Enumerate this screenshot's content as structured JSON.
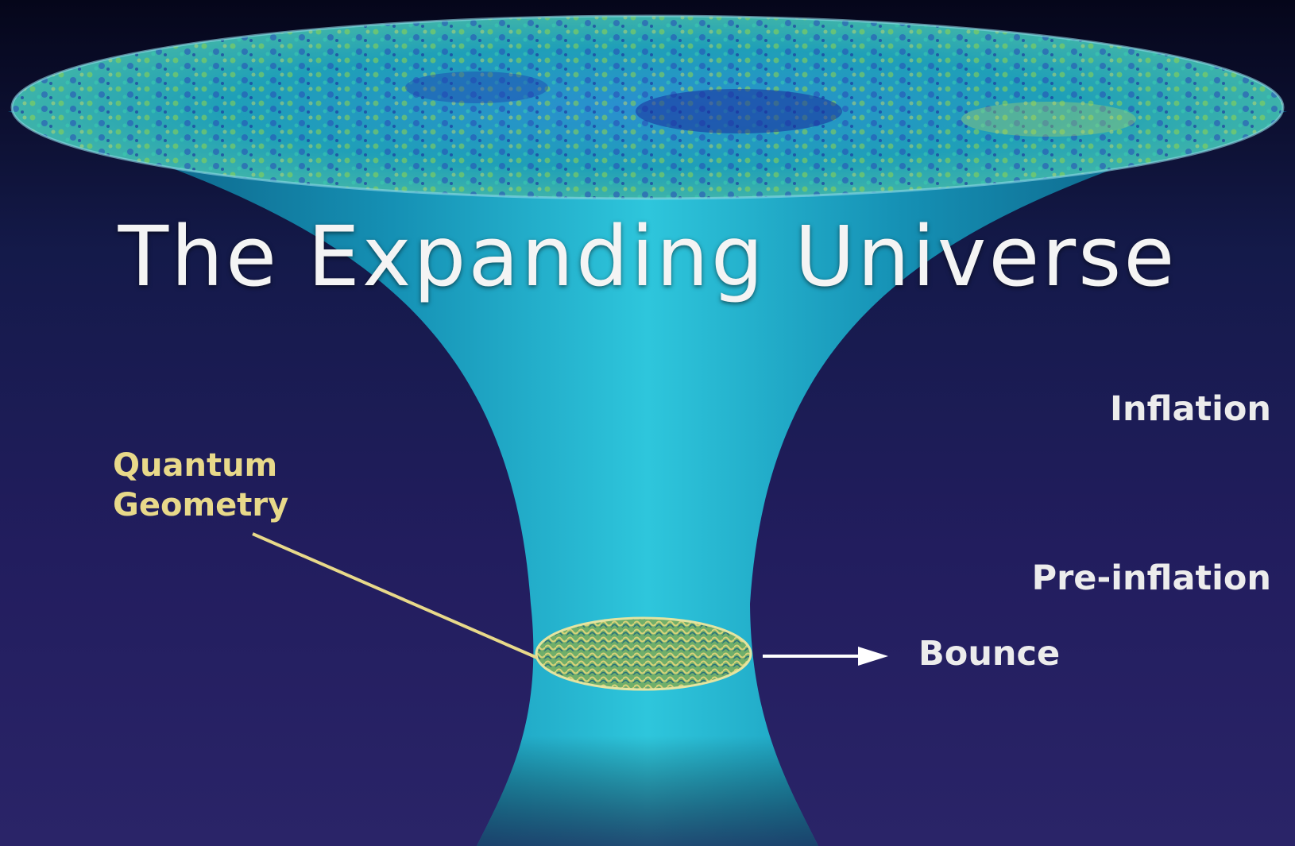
{
  "title": "The Expanding Universe",
  "labels": {
    "inflation": "Inflation",
    "pre_inflation": "Pre-inflation",
    "bounce": "Bounce",
    "quantum_line1": "Quantum",
    "quantum_line2": "Geometry"
  },
  "colors": {
    "background_top": "#05061a",
    "background_bottom": "#2a2468",
    "funnel": "#1aa8c8",
    "quantum_label": "#e8d98a",
    "text": "#ececec"
  }
}
